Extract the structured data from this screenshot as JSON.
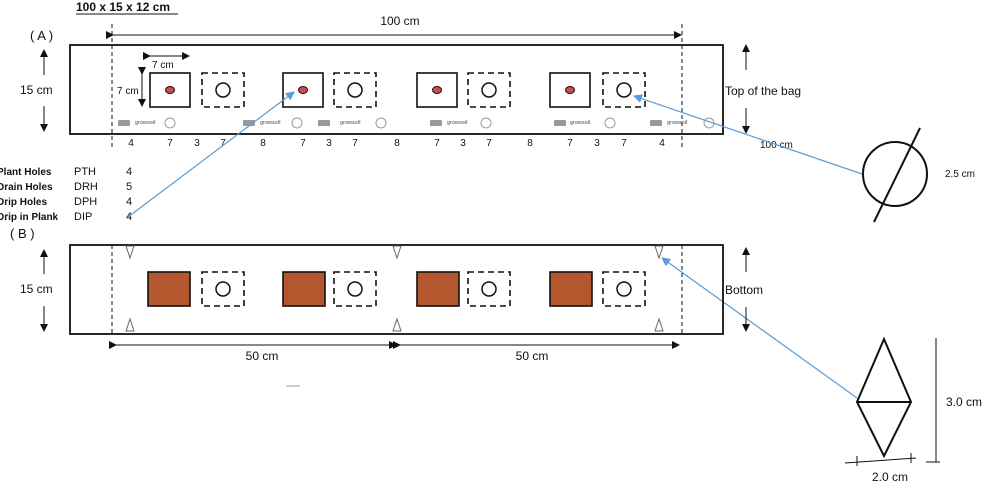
{
  "header": {
    "size_label": "100 x 15 x 12 cm"
  },
  "panel_a": {
    "label": "( A )",
    "width_label": "100 cm",
    "height_label": "15 cm",
    "square_size_label": "7 cm",
    "square_height_label": "7 cm",
    "side_label": "Top of the bag",
    "segments": [
      "4",
      "7",
      "3",
      "7",
      "8",
      "7",
      "3",
      "7",
      "8",
      "7",
      "3",
      "7",
      "8",
      "7",
      "3",
      "7",
      "4"
    ],
    "length_note": "100 cm",
    "logo_text": "growsoil"
  },
  "legend": {
    "rows": [
      {
        "name": "Plant Holes",
        "code": "PTH",
        "count": "4"
      },
      {
        "name": "Drain Holes",
        "code": "DRH",
        "count": "5"
      },
      {
        "name": "Drip Holes",
        "code": "DPH",
        "count": "4"
      },
      {
        "name": "Drip in Plank",
        "code": "DIP",
        "count": "4"
      }
    ]
  },
  "hole_detail": {
    "diameter_label": "2.5 cm"
  },
  "panel_b": {
    "label": "( B )",
    "height_label": "15 cm",
    "side_label": "Bottom",
    "half_left_label": "50 cm",
    "half_right_label": "50 cm"
  },
  "drain_detail": {
    "height_label": "3.0 cm",
    "width_label": "2.0 cm"
  },
  "colors": {
    "brick": "#b5572e",
    "plant_hole": "#d24a4a",
    "arrow": "#5b9bd5",
    "ink": "#111111"
  }
}
